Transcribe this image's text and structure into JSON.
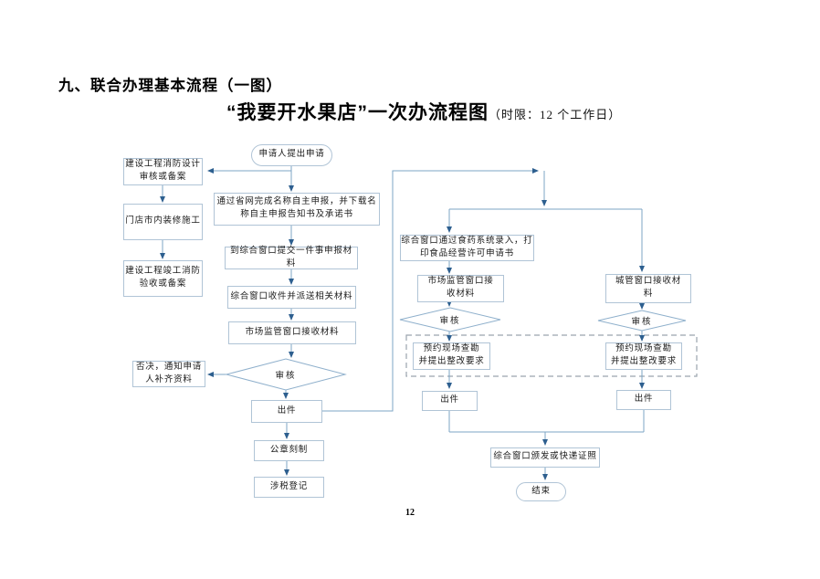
{
  "page": {
    "section_title": "九、联合办理基本流程（一图）",
    "chart_title": "“我要开水果店”一次办流程图",
    "chart_title_note": "（时限：12 个工作日）",
    "page_number": "12"
  },
  "colors": {
    "connector_line": "#7da6c6",
    "arrowhead": "#2d5f8f",
    "box_border": "#b0c4d6",
    "dashed_border": "#9aa4ae",
    "text": "#1a1a1a"
  },
  "flowchart": {
    "nodes": {
      "start": "申请人提出申请",
      "fire_design_review": "建设工程消防设计\n审核或备案",
      "store_decoration": "门店市内装修施工",
      "fire_completion_acceptance": "建设工程竣工消防\n验收或备案",
      "online_name_declaration": "通过省网完成名称自主申报，并下载名\n称自主申报告知书及承诺书",
      "submit_one_matter_materials": "到综合窗口提交一件事申报材料",
      "window_receive_dispatch": "综合窗口收件并派送相关材料",
      "market_window_receive": "市场监管窗口接收材料",
      "review_main": "审核",
      "reject_notice": "否决，通知申请\n人补齐资料",
      "issue_main": "出件",
      "seal_making": "公章刻制",
      "tax_registration": "涉税登记",
      "food_system_entry": "综合窗口通过食药系统录入，打\n印食品经营许可申请书",
      "market_window_receive_2": "市场监管窗口接\n收材料",
      "review_market": "审核",
      "site_survey_market": "预约现场查勘\n并提出整改要求",
      "issue_market": "出件",
      "city_window_receive": "城管窗口接收材\n料",
      "review_city": "审核",
      "site_survey_city": "预约现场查勘\n并提出整改要求",
      "issue_city": "出件",
      "license_delivery": "综合窗口颁发或快递证照",
      "end": "结束"
    }
  }
}
